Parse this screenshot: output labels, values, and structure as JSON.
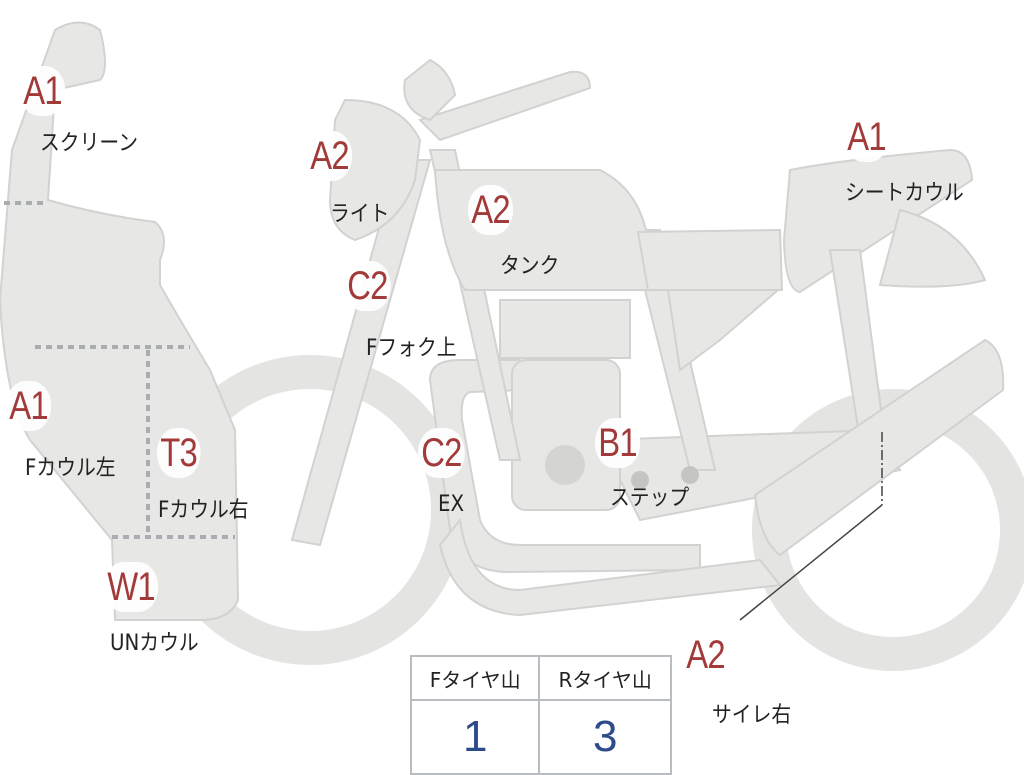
{
  "colors": {
    "body_fill": "#e7e7e5",
    "body_stroke": "#d2d2d0",
    "grade_text": "#a33a3a",
    "value_text": "#2d4a8a",
    "divider": "#a9acb0"
  },
  "parts": [
    {
      "id": "screen",
      "grade": "A1",
      "label": "スクリーン"
    },
    {
      "id": "light",
      "grade": "A2",
      "label": "ライト"
    },
    {
      "id": "tank",
      "grade": "A2",
      "label": "タンク"
    },
    {
      "id": "seat-cowl",
      "grade": "A1",
      "label": "シートカウル"
    },
    {
      "id": "fork-upper",
      "grade": "C2",
      "label": "Fフォク上"
    },
    {
      "id": "f-cowl-left",
      "grade": "A1",
      "label": "Fカウル左"
    },
    {
      "id": "f-cowl-right",
      "grade": "T3",
      "label": "Fカウル右"
    },
    {
      "id": "exhaust",
      "grade": "C2",
      "label": "EX"
    },
    {
      "id": "step",
      "grade": "B1",
      "label": "ステップ"
    },
    {
      "id": "under-cowl",
      "grade": "W1",
      "label": "UNカウル"
    },
    {
      "id": "silencer-right",
      "grade": "A2",
      "label": "サイレ右"
    }
  ],
  "tire_table": {
    "headers": [
      "Fタイヤ山",
      "Rタイヤ山"
    ],
    "values": [
      "1",
      "3"
    ]
  }
}
